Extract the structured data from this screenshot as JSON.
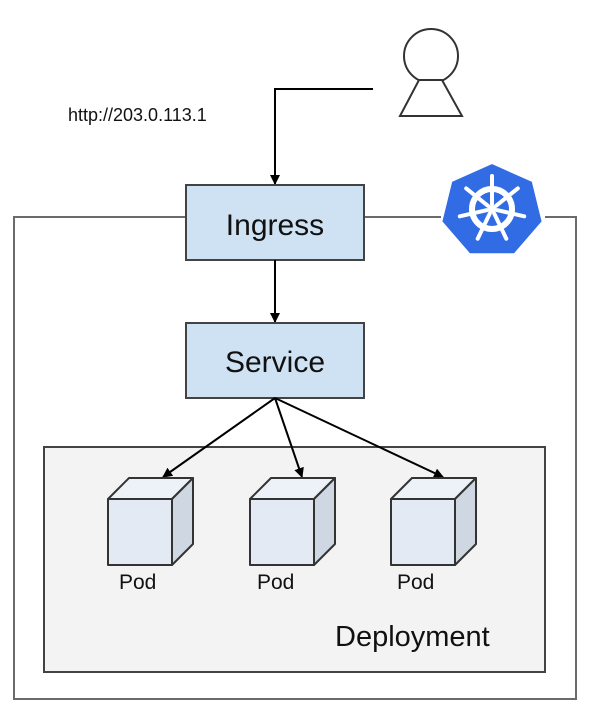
{
  "diagram": {
    "type": "kubernetes-ingress-architecture",
    "client_url": "http://203.0.113.1",
    "colors": {
      "component_fill": "#cfe2f3",
      "component_stroke": "#434343",
      "deployment_fill": "#f3f3f3",
      "cluster_stroke": "#6b6b6b",
      "pod_front": "#e3eaf3",
      "pod_top": "#edf2f8",
      "pod_side": "#cfd8e2",
      "k8s_blue": "#326ce5",
      "arrow": "#000000"
    },
    "nodes": {
      "user": {
        "label": "",
        "icon": "user-icon"
      },
      "ingress": {
        "label": "Ingress"
      },
      "service": {
        "label": "Service"
      },
      "deployment": {
        "label": "Deployment"
      },
      "pods": [
        {
          "label": "Pod"
        },
        {
          "label": "Pod"
        },
        {
          "label": "Pod"
        }
      ],
      "cluster_logo": {
        "icon": "kubernetes-logo-icon"
      }
    },
    "edges": [
      {
        "from": "user",
        "to": "ingress"
      },
      {
        "from": "ingress",
        "to": "service"
      },
      {
        "from": "service",
        "to": "pod-1"
      },
      {
        "from": "service",
        "to": "pod-2"
      },
      {
        "from": "service",
        "to": "pod-3"
      }
    ]
  }
}
